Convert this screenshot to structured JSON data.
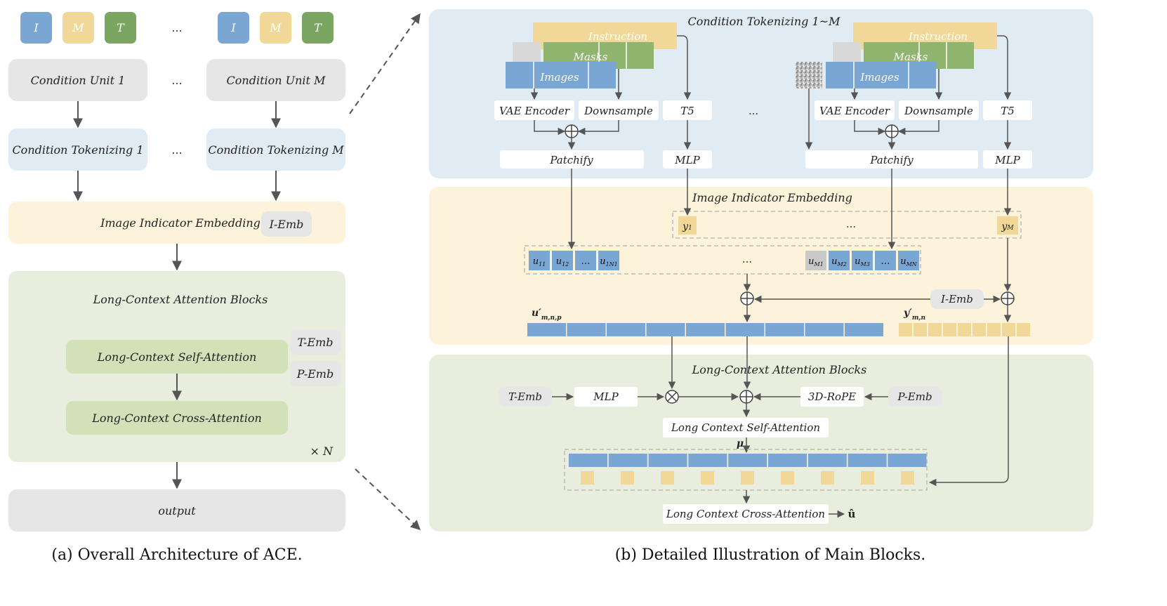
{
  "left": {
    "tokens": [
      "I",
      "M",
      "T",
      "I",
      "M",
      "T"
    ],
    "token_ellipsis": "...",
    "condition_unit_1": "Condition Unit 1",
    "condition_unit_m": "Condition Unit M",
    "unit_ellipsis": "...",
    "cond_tok_1": "Condition Tokenizing 1",
    "cond_tok_m": "Condition Tokenizing M",
    "tok_ellipsis": "...",
    "indicator_title": "Image Indicator Embedding",
    "indicator_emb": "I-Emb",
    "lcab_title": "Long-Context Attention Blocks",
    "self_attn": "Long-Context Self-Attention",
    "cross_attn": "Long-Context Cross-Attention",
    "t_emb": "T-Emb",
    "p_emb": "P-Emb",
    "repeat": "× N",
    "output": "output"
  },
  "right": {
    "tok_title": "Condition Tokenizing 1~M",
    "instruction": "Instruction",
    "masks": "Masks",
    "images": "Images",
    "vae": "VAE Encoder",
    "downsample": "Downsample",
    "t5": "T5",
    "patchify": "Patchify",
    "mlp": "MLP",
    "group_ellipsis": "...",
    "indicator_title": "Image Indicator Embedding",
    "y1": "y",
    "y1_sub": "1",
    "ym": "y",
    "ym_sub": "M",
    "y_ellipsis": "...",
    "u_left": [
      {
        "base": "u",
        "sub": "11"
      },
      {
        "base": "u",
        "sub": "12"
      },
      {
        "base": "…",
        "sub": ""
      },
      {
        "base": "u",
        "sub": "1N1"
      }
    ],
    "u_right": [
      {
        "base": "u",
        "sub": "M1"
      },
      {
        "base": "u",
        "sub": "M2"
      },
      {
        "base": "u",
        "sub": "M3"
      },
      {
        "base": "…",
        "sub": ""
      },
      {
        "base": "u",
        "sub": "MN"
      }
    ],
    "u_mid_ellipsis": "...",
    "i_emb": "I-Emb",
    "u_prime": "u′",
    "u_prime_sub": "m,n,p",
    "y_prime": "y′",
    "y_prime_sub": "m,n",
    "lcab_title": "Long-Context Attention Blocks",
    "t_emb": "T-Emb",
    "mlp2": "MLP",
    "rope": "3D-RoPE",
    "p_emb": "P-Emb",
    "self_attn": "Long Context Self-Attention",
    "mu": "μ",
    "cross_attn": "Long Context Cross-Attention",
    "u_hat": "û"
  },
  "captions": {
    "left": "(a) Overall Architecture of ACE.",
    "right": "(b) Detailed Illustration of Main Blocks."
  },
  "colors": {
    "image_blue": "#79a6d2",
    "mask_green": "#8fb46e",
    "instruction_yellow": "#f1d899",
    "text_green": "#7aa661",
    "grey_box": "#e6e6e6",
    "tokenize_bg": "#e1ebf4",
    "indicator_bg": "#fdf3da",
    "attention_bg": "#e8eddd",
    "attn_block": "#d2e2b8",
    "arrow": "#555555"
  }
}
